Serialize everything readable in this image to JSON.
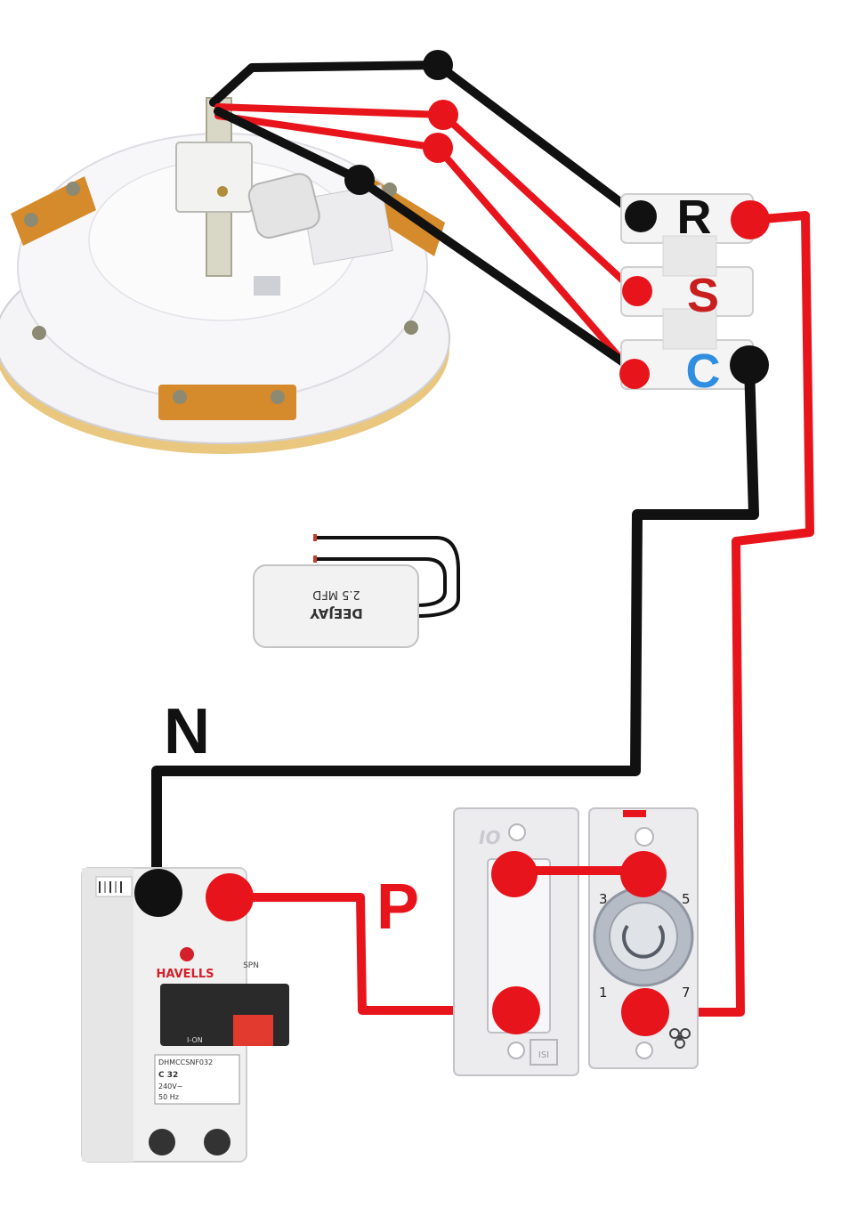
{
  "terminal_block": {
    "labels": [
      "R",
      "S",
      "C"
    ],
    "label_colors": [
      "#111111",
      "#c81e1e",
      "#2f8ee0"
    ]
  },
  "neutral_label": "N",
  "phase_label": "P",
  "mcb": {
    "brand": "HAVELLS",
    "pole_text": "SPN",
    "on_text": "I-ON",
    "model": "DHMCCSNF032",
    "rating": "C 32",
    "voltage": "240V~",
    "frequency": "50 Hz"
  },
  "regulator": {
    "step_numbers": [
      "3",
      "5",
      "1",
      "7"
    ]
  },
  "switch_plate": {
    "logo_text": "IO",
    "mark_text": "ISI"
  },
  "capacitor": {
    "brand": "DEEJAY",
    "value": "2.5 MFD"
  },
  "colors": {
    "phase_wire": "#e8141b",
    "neutral_wire": "#111111",
    "label_black": "#111111",
    "label_red": "#c81e1e",
    "label_blue": "#2f8ee0",
    "havells_red": "#d4202a"
  }
}
